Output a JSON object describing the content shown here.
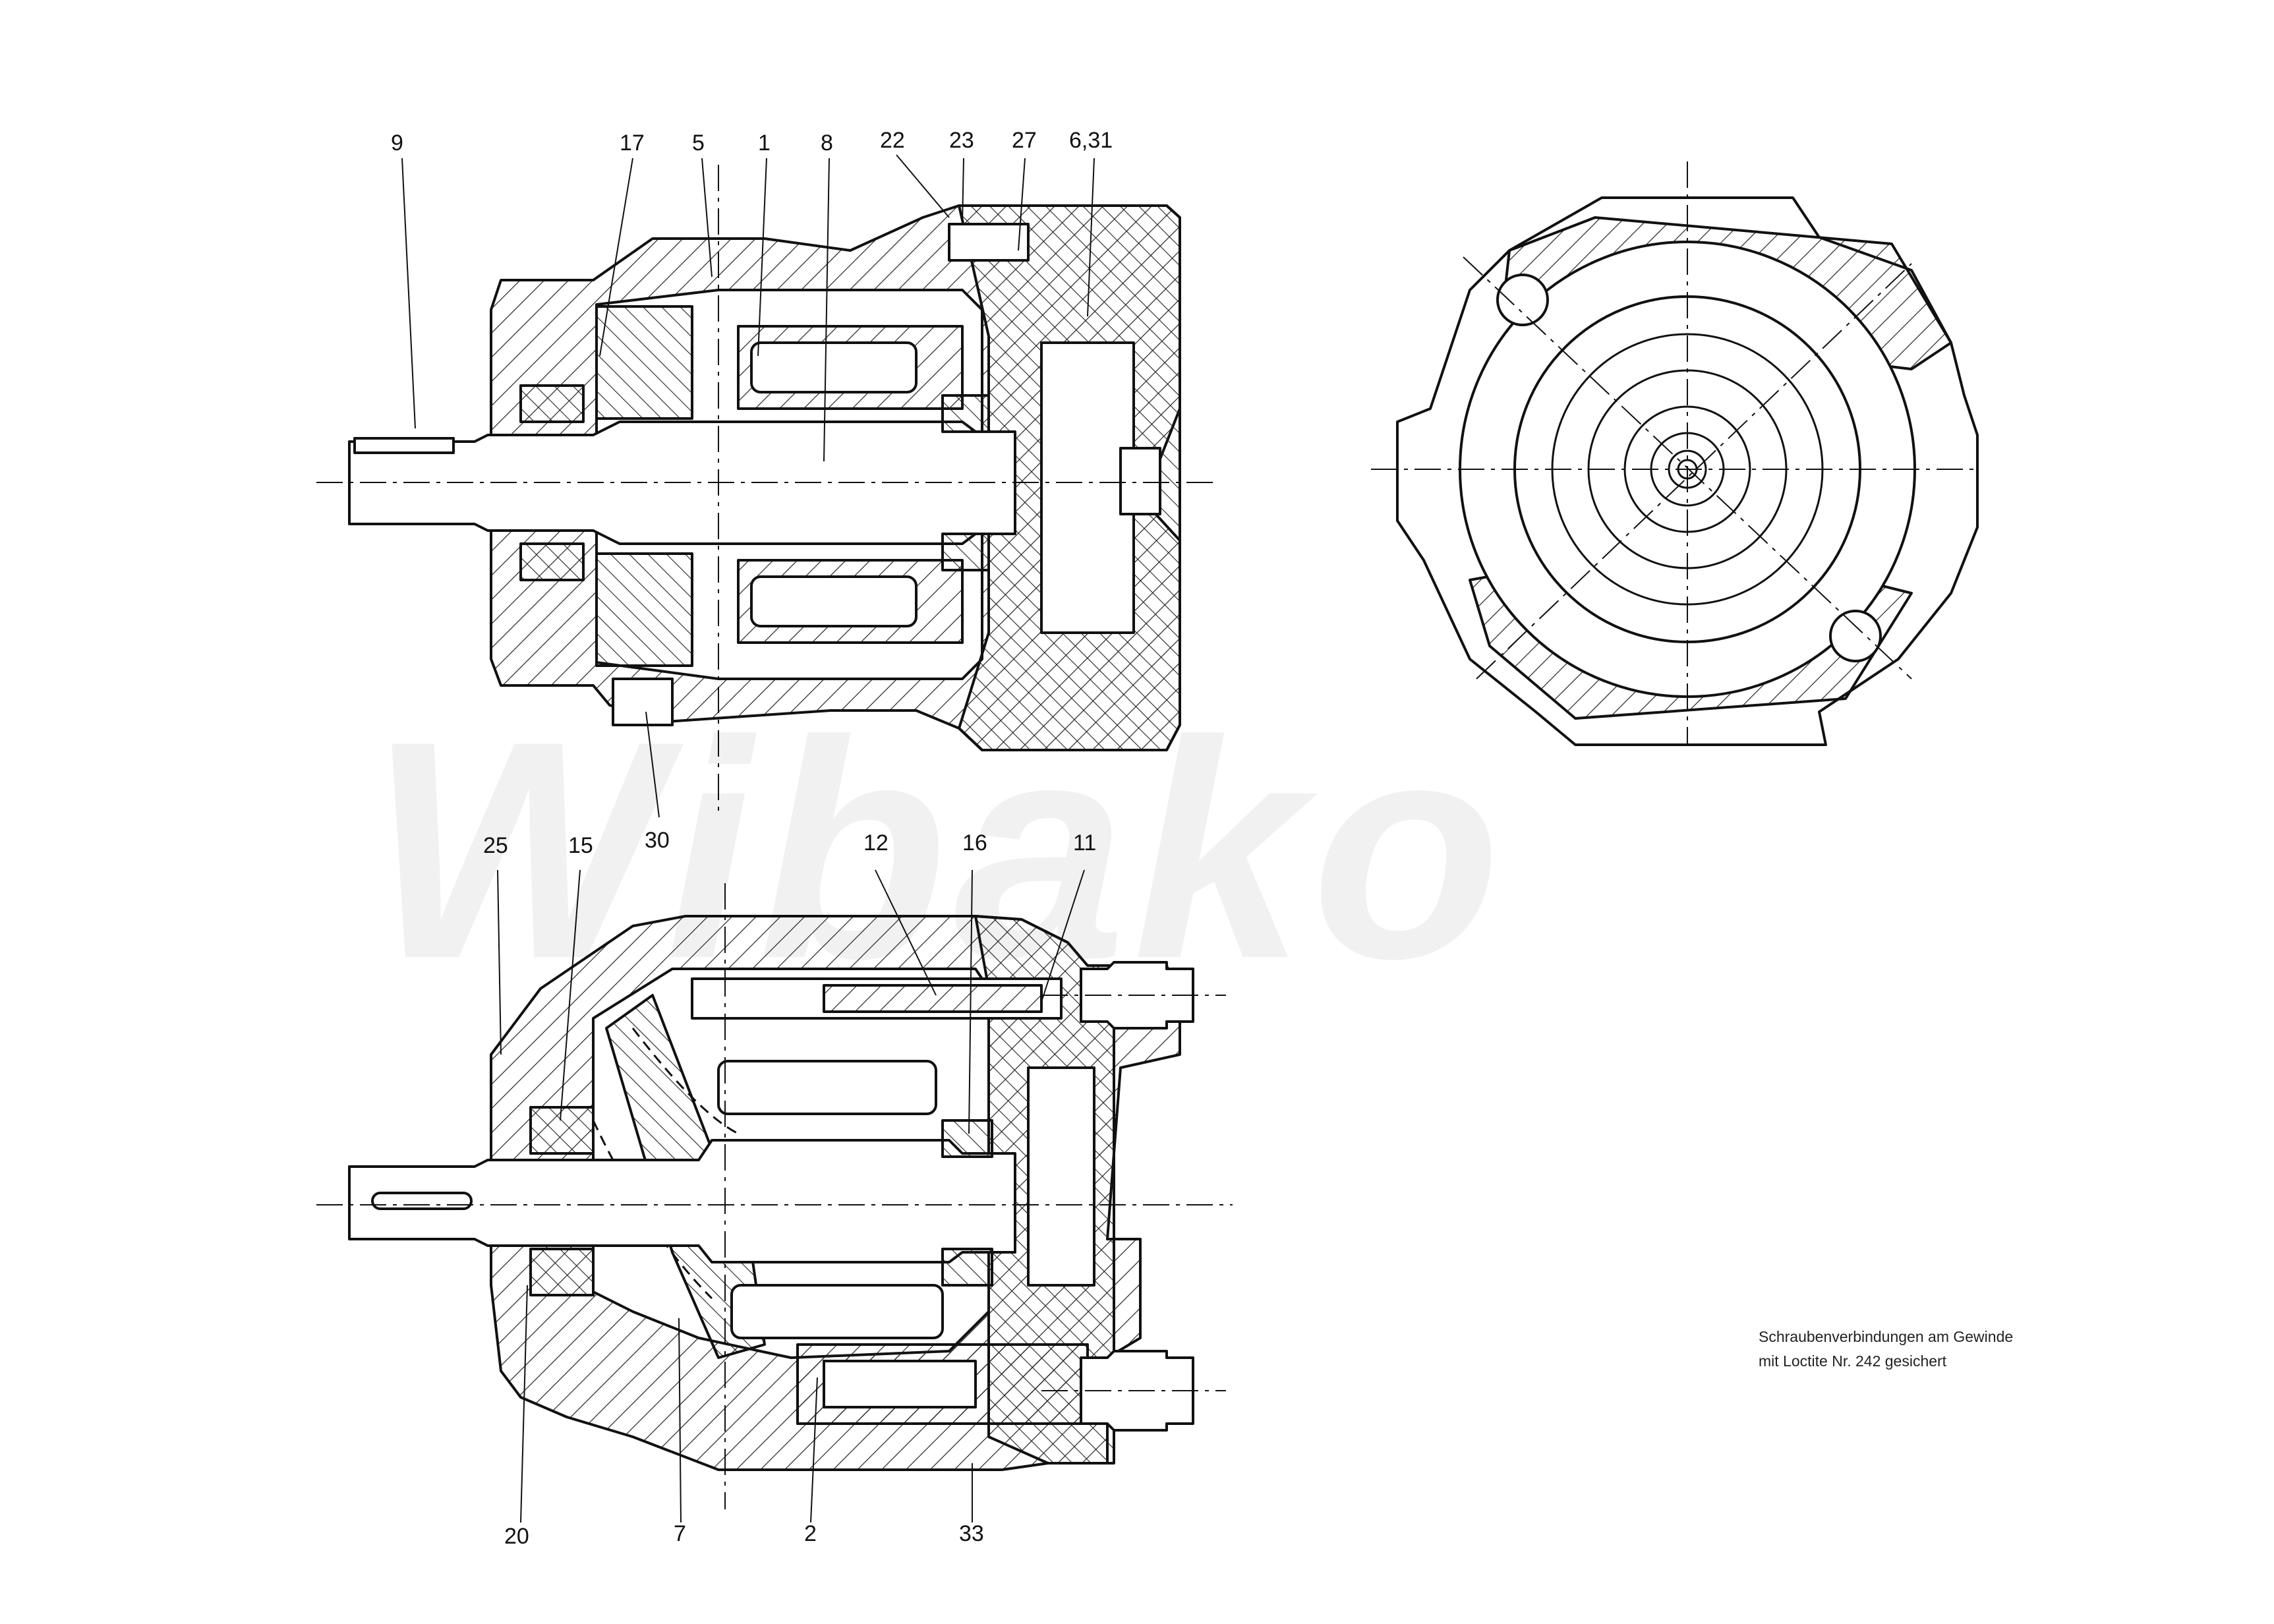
{
  "watermark": "Wibako",
  "callouts": {
    "c9": "9",
    "c17": "17",
    "c5": "5",
    "c1": "1",
    "c8": "8",
    "c22": "22",
    "c23": "23",
    "c27": "27",
    "c631": "6,31",
    "c30": "30",
    "c25": "25",
    "c15": "15",
    "c12": "12",
    "c16": "16",
    "c11": "11",
    "c20": "20",
    "c7": "7",
    "c2": "2",
    "c33": "33"
  },
  "note": {
    "line1": "Schraubenverbindungen am Gewinde",
    "line2": "mit Loctite Nr. 242 gesichert"
  }
}
